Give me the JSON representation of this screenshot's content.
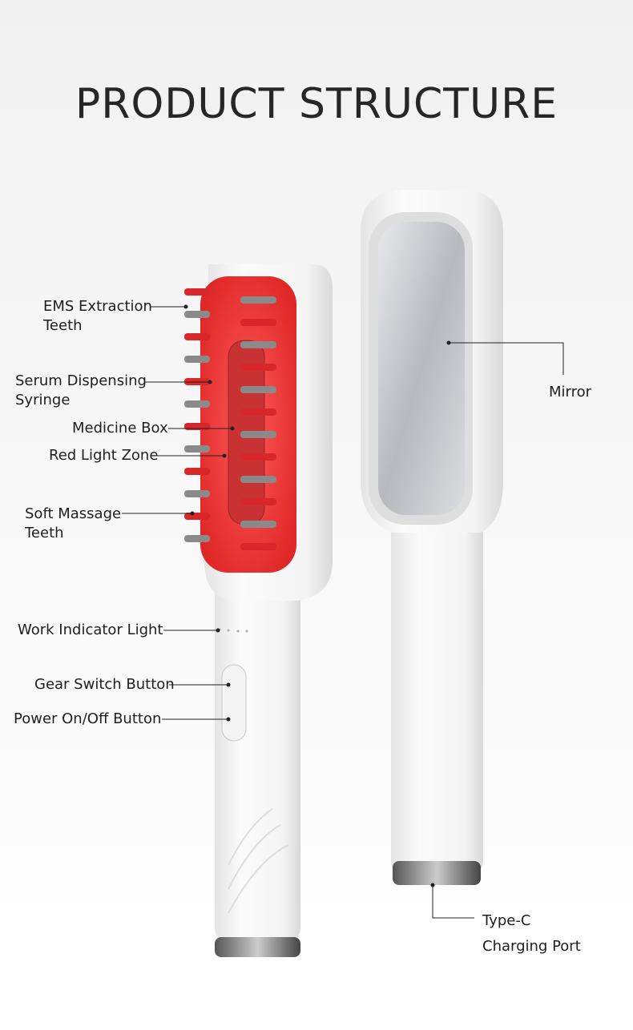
{
  "title": "PRODUCT STRUCTURE",
  "labels": {
    "ems_line1": "EMS Extraction",
    "ems_line2": "Teeth",
    "serum_line1": "Serum Dispensing",
    "serum_line2": "Syringe",
    "medicine_box": "Medicine Box",
    "red_light": "Red Light Zone",
    "soft_line1": "Soft Massage",
    "soft_line2": "Teeth",
    "indicator": "Work Indicator Light",
    "gear": "Gear Switch Button",
    "power": "Power On/Off Button",
    "mirror": "Mirror",
    "typec_line1": "Type-C",
    "typec_line2": "Charging Port"
  },
  "colors": {
    "accent_red": "#e8262c",
    "body_white": "#f7f7f7",
    "text": "#222222"
  }
}
